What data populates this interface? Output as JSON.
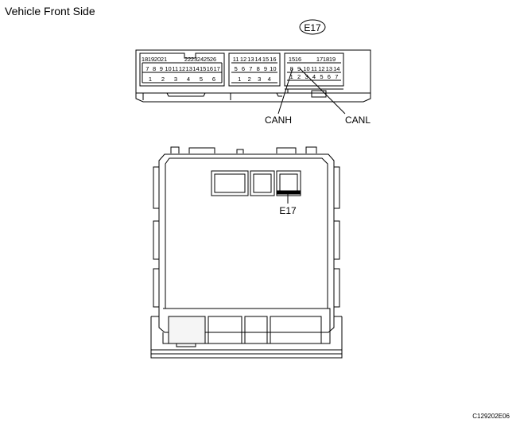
{
  "heading": "Vehicle Front Side",
  "figure_id": "C129202E06",
  "connector": {
    "code": "E17",
    "labels": {
      "canh": "CANH",
      "canl": "CANL"
    },
    "block_a": {
      "row1": [
        "18",
        "19",
        "20",
        "21",
        "22",
        "23",
        "24",
        "25",
        "26"
      ],
      "row2": [
        "7",
        "8",
        "9",
        "10",
        "11",
        "12",
        "13",
        "14",
        "15",
        "16",
        "17"
      ],
      "row3": [
        "1",
        "2",
        "3",
        "4",
        "5",
        "6"
      ]
    },
    "block_b": {
      "row1": [
        "11",
        "12",
        "13",
        "14",
        "15",
        "16"
      ],
      "row2": [
        "5",
        "6",
        "7",
        "8",
        "9",
        "10"
      ],
      "row3": [
        "1",
        "2",
        "3",
        "4"
      ]
    },
    "block_c": {
      "row1": [
        "15",
        "16",
        "17",
        "18",
        "19"
      ],
      "row2": [
        "8",
        "9",
        "10",
        "11",
        "12",
        "13",
        "14"
      ],
      "row3": [
        "1",
        "2",
        "3",
        "4",
        "5",
        "6",
        "7"
      ]
    }
  },
  "ecu": {
    "connector_label": "E17"
  }
}
